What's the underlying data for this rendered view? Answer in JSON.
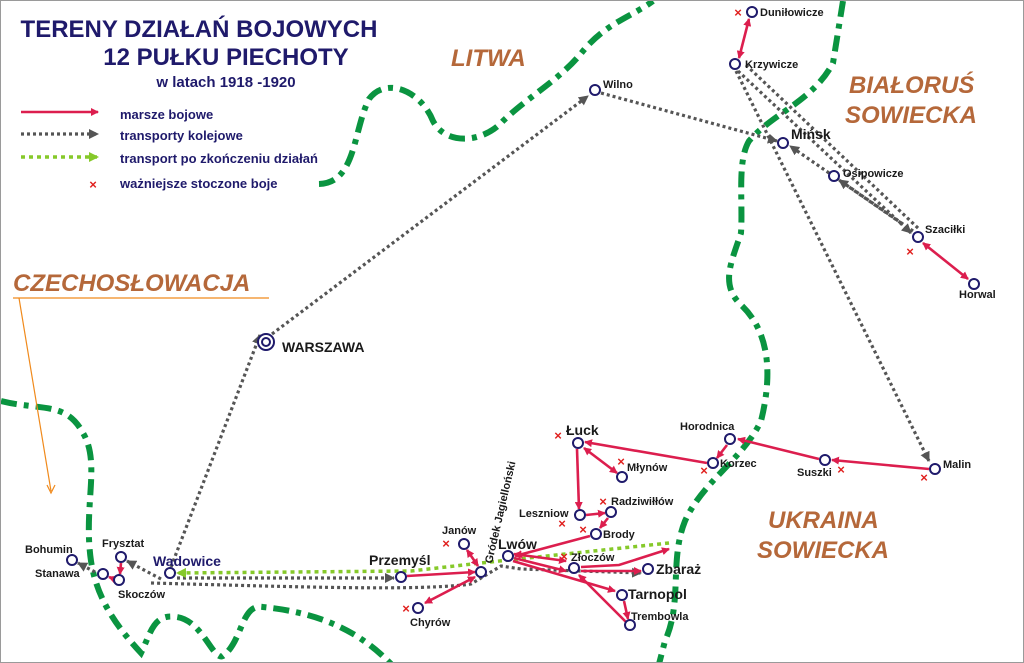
{
  "title": {
    "line1": "TERENY DZIAŁAŃ BOJOWYCH",
    "line2": "12 PUŁKU PIECHOTY",
    "line3": "w latach 1918 -1920"
  },
  "legend": [
    {
      "label": "marsze bojowe",
      "color": "#dc1e4e",
      "icon": "red-solid-arrow"
    },
    {
      "label": "transporty kolejowe",
      "color": "#555555",
      "icon": "gray-dotted-arrow"
    },
    {
      "label": "transport po zkończeniu działań",
      "color": "#86c92a",
      "icon": "green-dotted-arrow"
    },
    {
      "label": "ważniejsze stoczone boje",
      "color": "#e0201e",
      "icon": "red-cross",
      "symbol": "×"
    }
  ],
  "countries": {
    "litwa": "LITWA",
    "bialorus1": "BIAŁORUŚ",
    "bialorus2": "SOWIECKA",
    "czecho": "CZECHOSŁOWACJA",
    "ukraina1": "UKRAINA",
    "ukraina2": "SOWIECKA"
  },
  "cities": {
    "dunilowicze": "Duniłowicze",
    "krzywicze": "Krzywicze",
    "wilno": "Wilno",
    "minsk": "Mińsk",
    "osipowicze": "Osipowicze",
    "szacilki": "Szaciłki",
    "horwal": "Horwal",
    "warszawa": "WARSZAWA",
    "luck": "Łuck",
    "mlynow": "Młynów",
    "horodnica": "Horodnica",
    "korzec": "Korzec",
    "suszki": "Suszki",
    "malin": "Malin",
    "leszniow": "Leszniow",
    "radziwillow": "Radziwiłłów",
    "brody": "Brody",
    "janow": "Janów",
    "grodek": "Gródek Jagielloński",
    "lwow": "Lwów",
    "zloczow": "Złoczów",
    "zbaraz": "Zbaraż",
    "przemysl": "Przemyśl",
    "tarnopol": "Tarnopol",
    "trembowla": "Trembowla",
    "chyrow": "Chyrów",
    "wadowice": "Wadowice",
    "frysztat": "Frysztat",
    "skoczow": "Skoczów",
    "stanawa": "Stanawa",
    "bohumin": "Bohumin"
  }
}
